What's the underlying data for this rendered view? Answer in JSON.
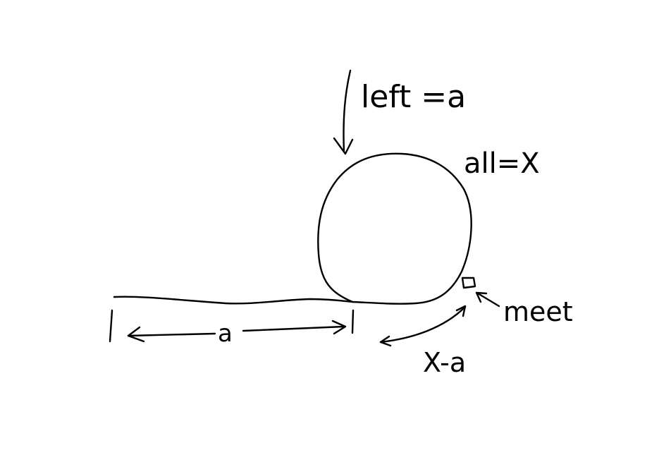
{
  "diagram": {
    "labels": {
      "left": "left =a",
      "all": "all=X",
      "meet": "meet",
      "a": "a",
      "x_minus_a": "X-a"
    },
    "colors": {
      "stroke": "#000000",
      "background": "#ffffff"
    }
  }
}
